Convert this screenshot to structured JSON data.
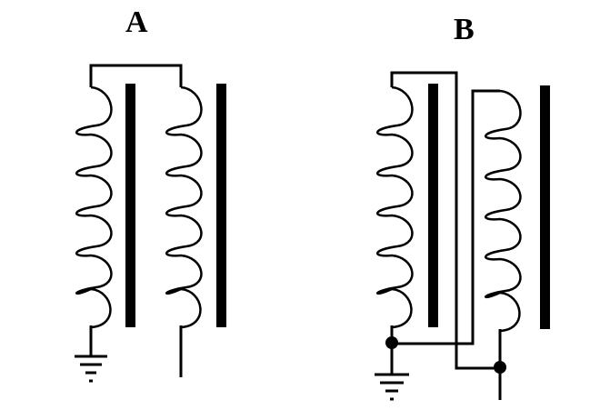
{
  "diagram": {
    "panels": [
      {
        "id": "A",
        "label": "A",
        "coil_turns": [
          5,
          5
        ]
      },
      {
        "id": "B",
        "label": "B",
        "coil_turns": [
          5,
          5
        ]
      }
    ],
    "colors": {
      "line": "#000000",
      "background": "#ffffff"
    },
    "icons": [
      "ground-symbol",
      "junction-dot",
      "iron-core",
      "coil-winding"
    ]
  }
}
